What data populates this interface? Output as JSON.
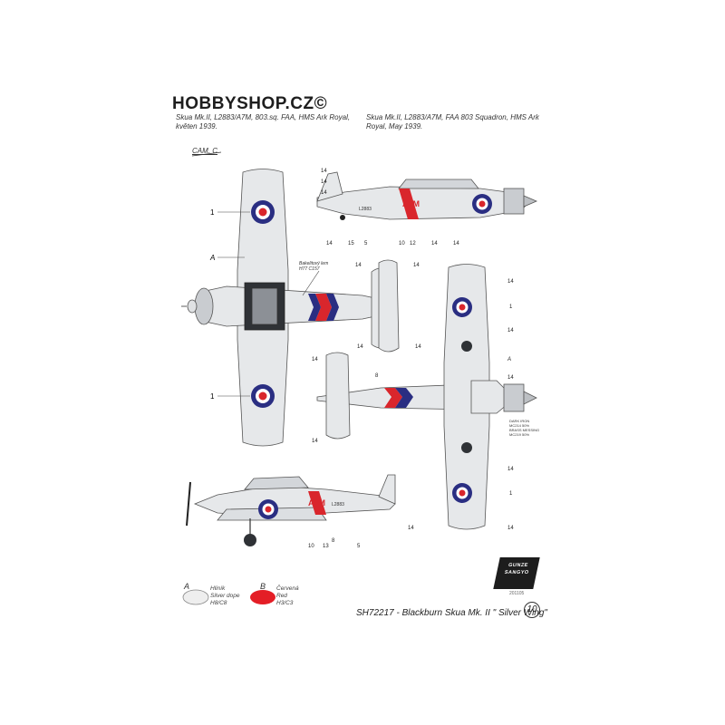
{
  "header": {
    "logo": "HOBBYSHOP.CZ©",
    "caption_cz": [
      "Skua Mk.II, L2883/A7M, 803.sq. FAA, HMS Ark Royal,",
      "květen 1939."
    ],
    "caption_en": [
      "Skua Mk.II, L2883/A7M, FAA 803 Squadron, HMS Ark",
      "Royal, May 1939."
    ],
    "camo_label": "CAM. C"
  },
  "aircraft": {
    "code": "A7M",
    "serial": "L2883",
    "annotation_cz": [
      "Bakelitový lem",
      "H77 C157"
    ],
    "engine_note": [
      "DARK IRON",
      "MC214 50%",
      "BRASS MESSING",
      "MC219 50%"
    ]
  },
  "callouts": {
    "top_left_1": "1",
    "top_left_1b": "1",
    "top_left_A": "A",
    "side_top": [
      "14",
      "14",
      "14",
      "14",
      "15",
      "5",
      "10",
      "12",
      "14",
      "14"
    ],
    "tail_top": [
      "14",
      "14",
      "14",
      "14",
      "14",
      "14",
      "8"
    ],
    "right_view": [
      "14",
      "1",
      "14",
      "A",
      "14",
      "14",
      "1",
      "14",
      "14"
    ],
    "side_bottom": [
      "10",
      "13",
      "8",
      "5"
    ]
  },
  "legend": {
    "a_letter": "A",
    "a_lines": [
      "Hliník",
      "Silver dope",
      "H8/C8"
    ],
    "a_color": "#eeeeee",
    "b_letter": "B",
    "b_lines": [
      "Červená",
      "Red",
      "H3/C3"
    ],
    "b_color": "#e41e26"
  },
  "footer": {
    "title": "SH72217 - Blackburn Skua Mk. II \" Silver Wing\"",
    "page": "10",
    "brand": [
      "GUNZE",
      "SANGYO"
    ],
    "code": "201105"
  },
  "colors": {
    "silver": "#e6e8ea",
    "outline": "#555555",
    "roundel_blue": "#2a2e82",
    "roundel_red": "#d9262c",
    "dark_panel": "#2f3236",
    "code_blue": "#3b3a9a",
    "code_red": "#e03030"
  }
}
